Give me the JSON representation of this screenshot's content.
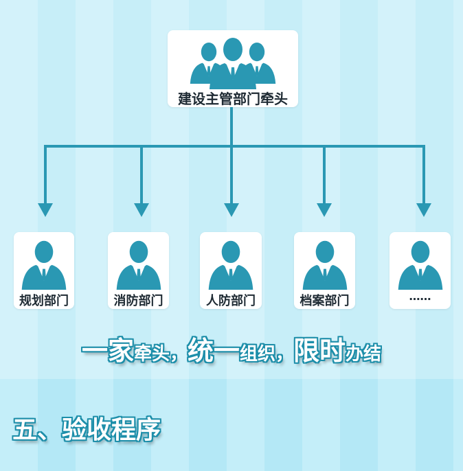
{
  "lead": {
    "label": "建设主管部门牵头",
    "icon": "people-group-icon"
  },
  "departments": [
    {
      "label": "规划部门"
    },
    {
      "label": "消防部门"
    },
    {
      "label": "人防部门"
    },
    {
      "label": "档案部门"
    },
    {
      "label": "……"
    }
  ],
  "slogan": {
    "p1": "一家",
    "p2": "牵头，",
    "p3": "统一",
    "p4": "组织，",
    "p5": "限时",
    "p6": "办结"
  },
  "section_title": "五、验收程序",
  "colors": {
    "accent": "#2a98b3",
    "background": "#c4eef9"
  }
}
